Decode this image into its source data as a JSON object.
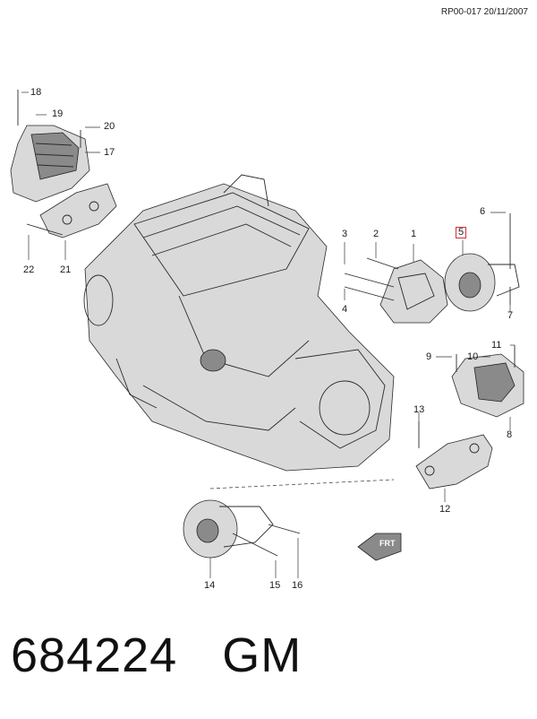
{
  "header": {
    "reference": "RP00-017 20/11/2007"
  },
  "footer": {
    "part_code": "684224",
    "brand": "GM"
  },
  "callouts": [
    {
      "label": "18"
    },
    {
      "label": "19"
    },
    {
      "label": "20"
    },
    {
      "label": "17"
    },
    {
      "label": "22"
    },
    {
      "label": "21"
    },
    {
      "label": "3"
    },
    {
      "label": "2"
    },
    {
      "label": "1"
    },
    {
      "label": "4"
    },
    {
      "label": "5"
    },
    {
      "label": "6"
    },
    {
      "label": "7"
    },
    {
      "label": "9"
    },
    {
      "label": "10"
    },
    {
      "label": "11"
    },
    {
      "label": "8"
    },
    {
      "label": "13"
    },
    {
      "label": "12"
    },
    {
      "label": "14"
    },
    {
      "label": "15"
    },
    {
      "label": "16"
    }
  ],
  "direction_marker": {
    "label": "FRT"
  },
  "highlight_color": "#cc3333"
}
